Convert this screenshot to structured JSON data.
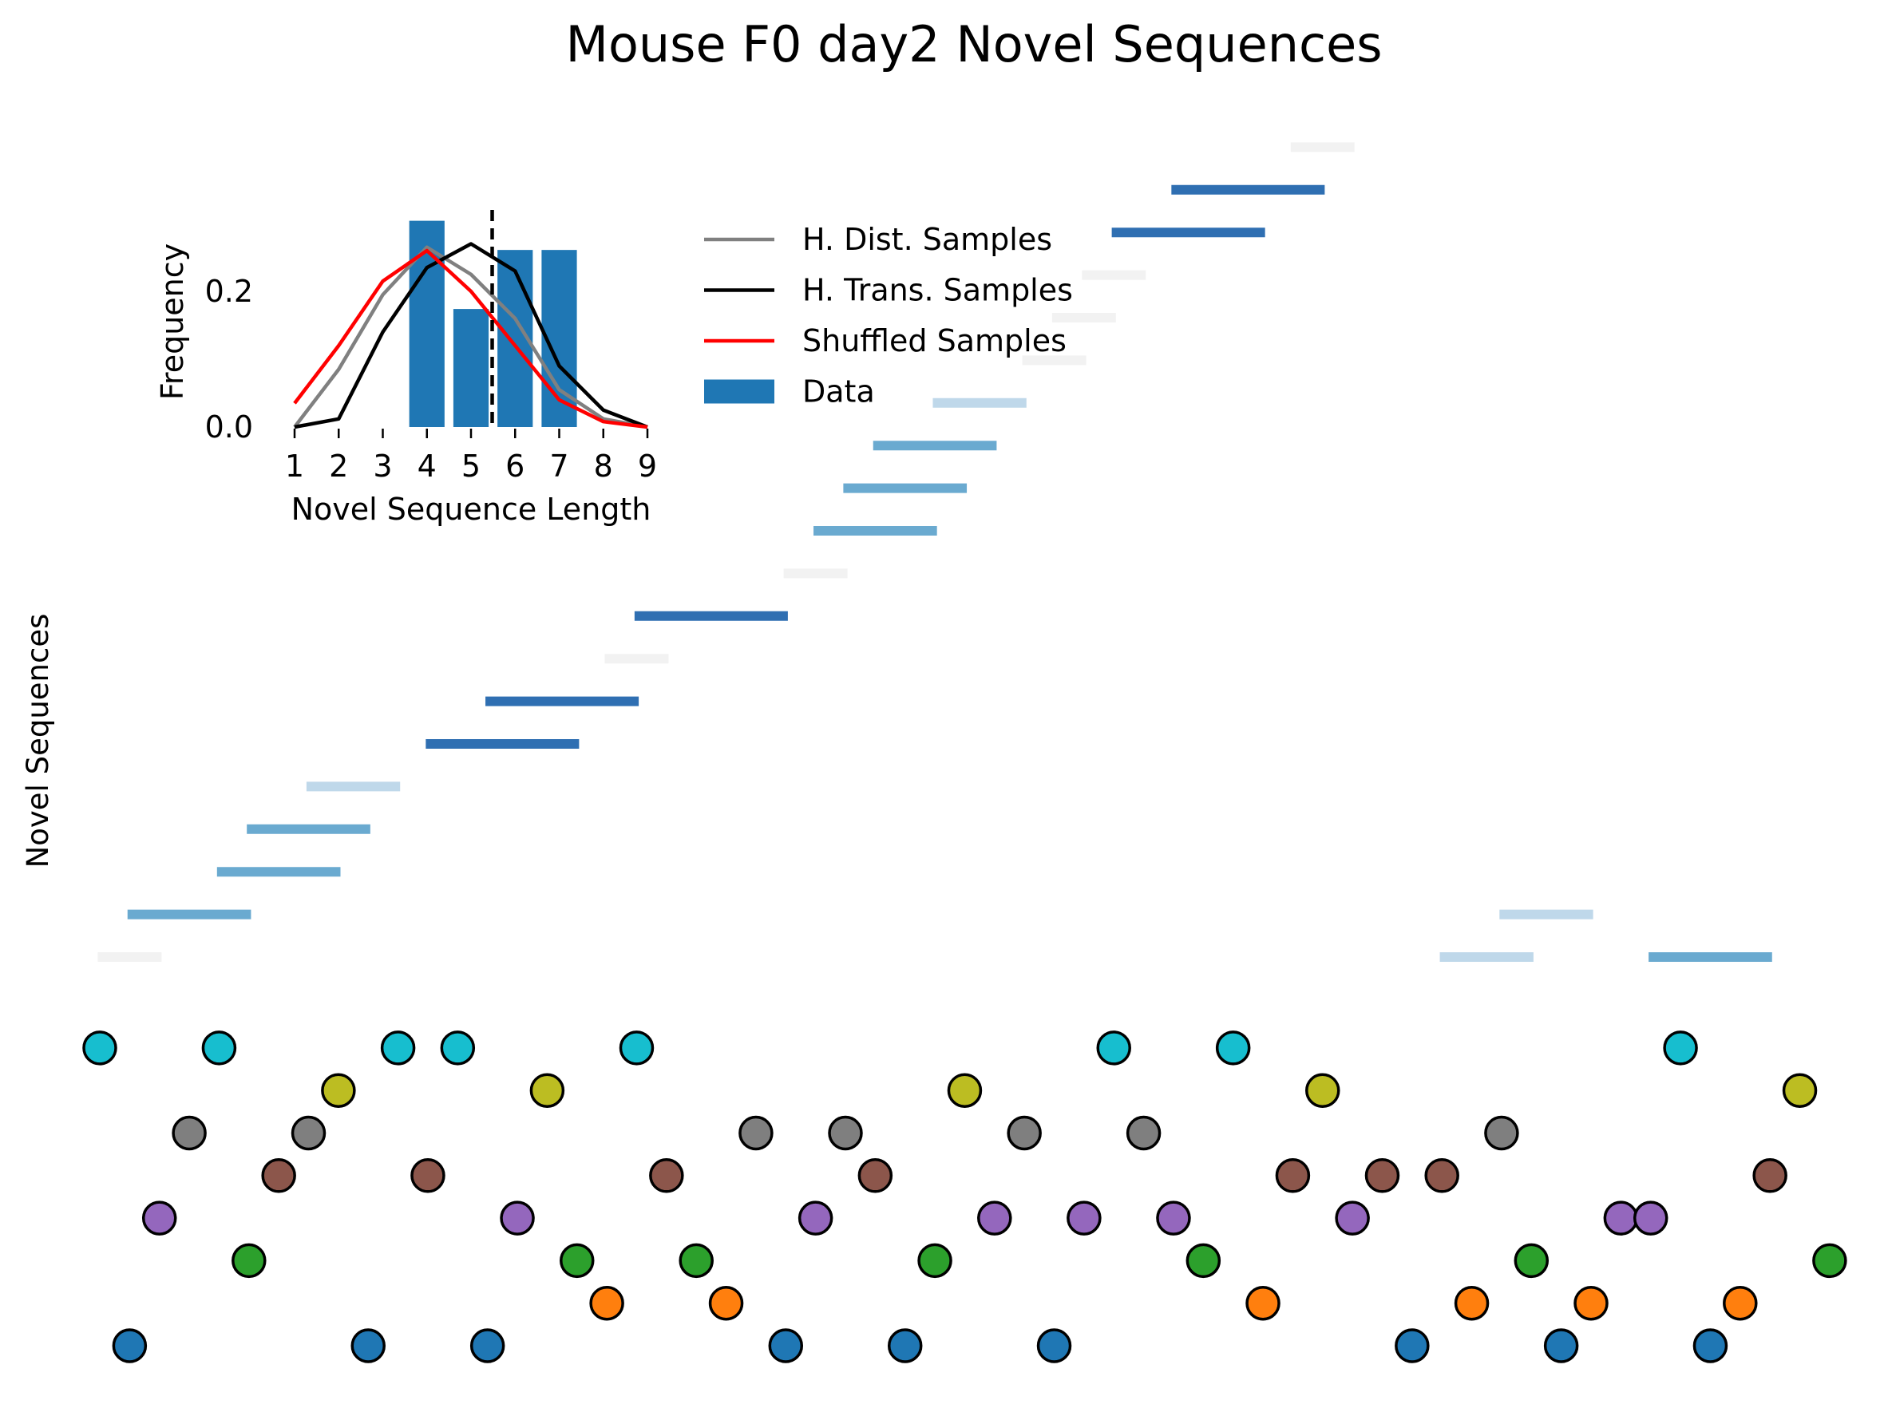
{
  "chart_data": [
    {
      "type": "scatter",
      "title": "Mouse F0 day2 Novel Sequences",
      "ylabel": "Novel Sequences",
      "xlabel": "",
      "grid": false,
      "axes_visible": false,
      "xlim": [
        0,
        60
      ],
      "points_ylim": [
        0,
        8
      ],
      "segments_ylim": [
        0,
        20
      ],
      "point_colors": [
        "#1f77b4",
        "#ff7f0e",
        "#2ca02c",
        "#9467bd",
        "#8c564b",
        "#7f7f7f",
        "#bcbd22",
        "#17becf"
      ],
      "points": [
        {
          "x": 0,
          "y": 7
        },
        {
          "x": 1,
          "y": 0
        },
        {
          "x": 2,
          "y": 3
        },
        {
          "x": 3,
          "y": 5
        },
        {
          "x": 4,
          "y": 7
        },
        {
          "x": 5,
          "y": 2
        },
        {
          "x": 6,
          "y": 4
        },
        {
          "x": 7,
          "y": 5
        },
        {
          "x": 8,
          "y": 6
        },
        {
          "x": 9,
          "y": 0
        },
        {
          "x": 10,
          "y": 7
        },
        {
          "x": 11,
          "y": 4
        },
        {
          "x": 12,
          "y": 7
        },
        {
          "x": 13,
          "y": 0
        },
        {
          "x": 14,
          "y": 3
        },
        {
          "x": 15,
          "y": 6
        },
        {
          "x": 16,
          "y": 2
        },
        {
          "x": 17,
          "y": 1
        },
        {
          "x": 18,
          "y": 7
        },
        {
          "x": 19,
          "y": 4
        },
        {
          "x": 20,
          "y": 2
        },
        {
          "x": 21,
          "y": 1
        },
        {
          "x": 22,
          "y": 5
        },
        {
          "x": 23,
          "y": 0
        },
        {
          "x": 24,
          "y": 3
        },
        {
          "x": 25,
          "y": 5
        },
        {
          "x": 26,
          "y": 4
        },
        {
          "x": 27,
          "y": 0
        },
        {
          "x": 28,
          "y": 2
        },
        {
          "x": 29,
          "y": 6
        },
        {
          "x": 30,
          "y": 3
        },
        {
          "x": 31,
          "y": 5
        },
        {
          "x": 32,
          "y": 0
        },
        {
          "x": 33,
          "y": 3
        },
        {
          "x": 34,
          "y": 7
        },
        {
          "x": 35,
          "y": 5
        },
        {
          "x": 36,
          "y": 3
        },
        {
          "x": 37,
          "y": 2
        },
        {
          "x": 38,
          "y": 7
        },
        {
          "x": 39,
          "y": 1
        },
        {
          "x": 40,
          "y": 4
        },
        {
          "x": 41,
          "y": 6
        },
        {
          "x": 42,
          "y": 3
        },
        {
          "x": 43,
          "y": 4
        },
        {
          "x": 44,
          "y": 0
        },
        {
          "x": 45,
          "y": 4
        },
        {
          "x": 46,
          "y": 1
        },
        {
          "x": 47,
          "y": 5
        },
        {
          "x": 48,
          "y": 2
        },
        {
          "x": 49,
          "y": 0
        },
        {
          "x": 50,
          "y": 1
        },
        {
          "x": 51,
          "y": 3
        },
        {
          "x": 52,
          "y": 3
        },
        {
          "x": 53,
          "y": 7
        },
        {
          "x": 54,
          "y": 0
        },
        {
          "x": 55,
          "y": 1
        },
        {
          "x": 56,
          "y": 4
        },
        {
          "x": 57,
          "y": 6
        },
        {
          "x": 58,
          "y": 2
        }
      ],
      "segments": [
        {
          "start": 0,
          "length": 3,
          "row": 0
        },
        {
          "start": 1,
          "length": 5,
          "row": 1
        },
        {
          "start": 4,
          "length": 5,
          "row": 2
        },
        {
          "start": 5,
          "length": 5,
          "row": 3
        },
        {
          "start": 7,
          "length": 4,
          "row": 4
        },
        {
          "start": 11,
          "length": 6,
          "row": 5
        },
        {
          "start": 13,
          "length": 6,
          "row": 6
        },
        {
          "start": 17,
          "length": 3,
          "row": 7
        },
        {
          "start": 18,
          "length": 6,
          "row": 8
        },
        {
          "start": 23,
          "length": 3,
          "row": 9
        },
        {
          "start": 24,
          "length": 5,
          "row": 10
        },
        {
          "start": 25,
          "length": 5,
          "row": 11
        },
        {
          "start": 26,
          "length": 5,
          "row": 12
        },
        {
          "start": 28,
          "length": 4,
          "row": 13
        },
        {
          "start": 31,
          "length": 3,
          "row": 14
        },
        {
          "start": 32,
          "length": 3,
          "row": 15
        },
        {
          "start": 33,
          "length": 3,
          "row": 16
        },
        {
          "start": 34,
          "length": 6,
          "row": 17
        },
        {
          "start": 36,
          "length": 6,
          "row": 18
        },
        {
          "start": 40,
          "length": 3,
          "row": 19
        },
        {
          "start": 45,
          "length": 4,
          "row": 0
        },
        {
          "start": 47,
          "length": 4,
          "row": 1
        },
        {
          "start": 52,
          "length": 5,
          "row": 0
        }
      ],
      "segment_colors": {
        "3": "#f2f2f2",
        "4": "#bfd8ea",
        "5": "#6aaad0",
        "6": "#2f6fb2"
      }
    },
    {
      "type": "bar",
      "inset": true,
      "xlabel": "Novel Sequence Length",
      "ylabel": "Frequency",
      "xlim": [
        1,
        9
      ],
      "ylim": [
        0,
        0.32
      ],
      "xticks": [
        1,
        2,
        3,
        4,
        5,
        6,
        7,
        8,
        9
      ],
      "yticks": [
        0.0,
        0.2
      ],
      "ytick_labels": [
        "0.0",
        "0.2"
      ],
      "bars": {
        "name": "Data",
        "color": "#1f77b4",
        "categories": [
          4,
          5,
          6,
          7
        ],
        "values": [
          0.304,
          0.174,
          0.261,
          0.261
        ]
      },
      "series": [
        {
          "name": "H. Dist. Samples",
          "color": "#808080",
          "x": [
            1,
            2,
            3,
            4,
            5,
            6,
            7,
            8,
            9
          ],
          "values": [
            0.0,
            0.085,
            0.195,
            0.265,
            0.225,
            0.16,
            0.055,
            0.012,
            0.0
          ]
        },
        {
          "name": "H. Trans. Samples",
          "color": "#000000",
          "x": [
            1,
            2,
            3,
            4,
            5,
            6,
            7,
            8,
            9
          ],
          "values": [
            0.0,
            0.012,
            0.14,
            0.235,
            0.27,
            0.23,
            0.09,
            0.025,
            0.0
          ]
        },
        {
          "name": "Shuffled Samples",
          "color": "#ff0000",
          "x": [
            1,
            2,
            3,
            4,
            5,
            6,
            7,
            8,
            9
          ],
          "values": [
            0.035,
            0.12,
            0.215,
            0.26,
            0.2,
            0.12,
            0.04,
            0.008,
            0.0
          ]
        }
      ],
      "mean_line": {
        "x": 5.48,
        "style": "dashed",
        "color": "#000000"
      },
      "legend": {
        "placement": "right-of-inset",
        "entries": [
          "H. Dist. Samples",
          "H. Trans. Samples",
          "Shuffled Samples",
          "Data"
        ]
      }
    }
  ]
}
